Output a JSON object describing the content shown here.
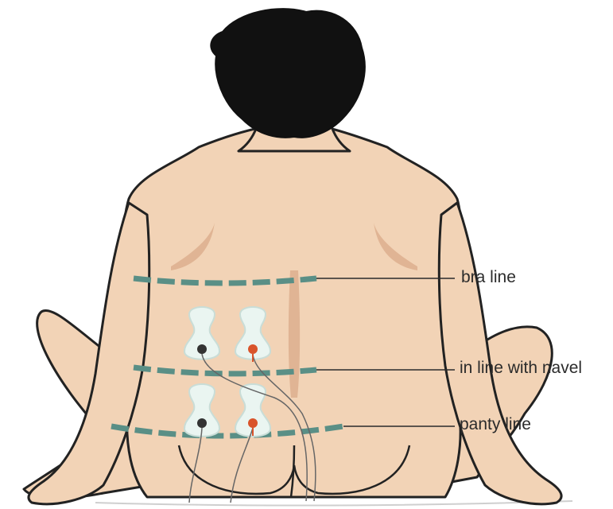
{
  "labels": {
    "bra": "bra line",
    "navel": "in line with navel",
    "panty": "panty line"
  },
  "colors": {
    "skin": "#f2d3b6",
    "skin_shadow": "#e0b494",
    "hair": "#111111",
    "outline": "#222222",
    "guide_line": "#5a8f86",
    "pad": "#eaf5f1",
    "negative_lead": "#333333",
    "positive_lead": "#d9542b"
  },
  "electrodes": [
    {
      "position": "upper-left",
      "lead": "negative"
    },
    {
      "position": "upper-right",
      "lead": "positive"
    },
    {
      "position": "lower-left",
      "lead": "negative"
    },
    {
      "position": "lower-right",
      "lead": "positive"
    }
  ]
}
